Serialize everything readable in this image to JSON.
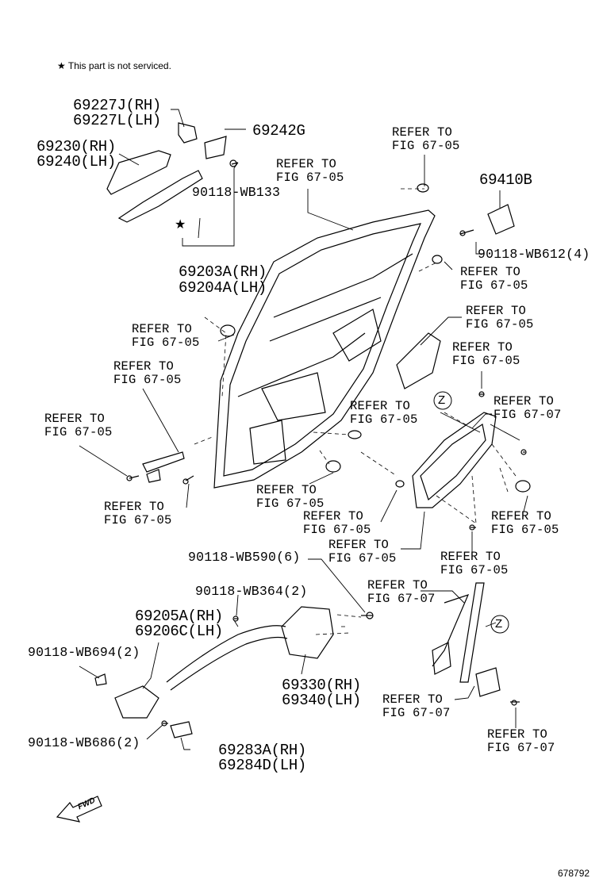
{
  "note": {
    "star": "★",
    "text": "This part is not serviced."
  },
  "parts": {
    "p69227J": "69227J(RH)",
    "p69227L": "69227L(LH)",
    "p69242G": "69242G",
    "p69230": "69230(RH)",
    "p69240": "69240(LH)",
    "b90118WB133": "90118-WB133",
    "p69203A": "69203A(RH)",
    "p69204A": "69204A(LH)",
    "p69410B": "69410B",
    "b90118WB612": "90118-WB612(4)",
    "b90118WB590": "90118-WB590(6)",
    "b90118WB364": "90118-WB364(2)",
    "p69205A": "69205A(RH)",
    "p69206C": "69206C(LH)",
    "b90118WB694": "90118-WB694(2)",
    "p69330": "69330(RH)",
    "p69340": "69340(LH)",
    "b90118WB686": "90118-WB686(2)",
    "p69283A": "69283A(RH)",
    "p69284D": "69284D(LH)"
  },
  "refer": {
    "line1": "REFER TO",
    "fig6705": "FIG 67-05",
    "fig6707": "FIG 67-07"
  },
  "markers": {
    "z": "Z",
    "star": "★",
    "fwd": "FWD"
  },
  "footer": {
    "id": "678792"
  }
}
